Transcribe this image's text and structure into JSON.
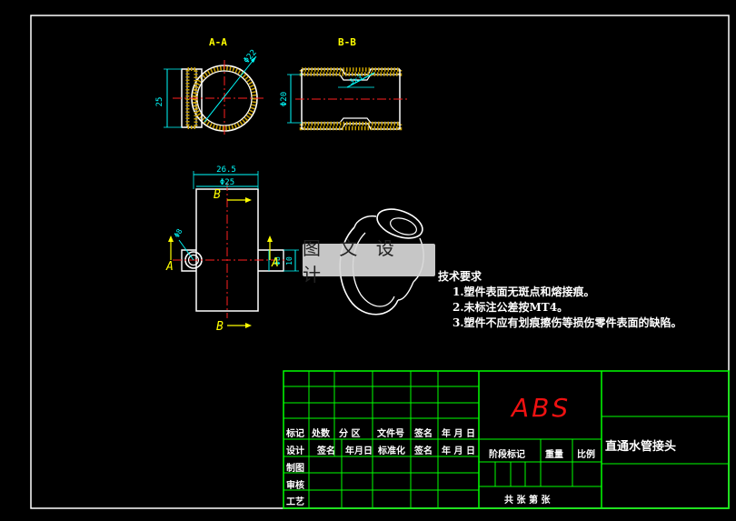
{
  "section_labels": {
    "a_a": "A-A",
    "b_b": "B-B"
  },
  "dimensions": {
    "phi22": "Φ22",
    "d25": "25",
    "phi20": "Φ20",
    "chamfer": "3x3",
    "d26_5": "26.5",
    "phi25": "Φ25",
    "d10": "10",
    "phi6": "Φ6",
    "phi8": "Φ8"
  },
  "view_markers": {
    "b_top": "B",
    "b_bottom": "B",
    "a_left": "A",
    "a_right": "A"
  },
  "watermark": "图 文 设 计",
  "technical_requirements": {
    "title": "技术要求",
    "items": [
      "1.塑件表面无斑点和熔接痕。",
      "2.未标注公差按MT4。",
      "3.塑件不应有划痕擦伤等损伤零件表面的缺陷。"
    ]
  },
  "title_block": {
    "material": "ABS",
    "part_name": "直通水管接头",
    "row_headers": [
      "标记",
      "处数",
      "分 区",
      "文件号",
      "签名",
      "年 月 日"
    ],
    "row_design": [
      "设计",
      "签名",
      "年月日",
      "标准化",
      "签名",
      "年 月 日"
    ],
    "left_labels": [
      "制图",
      "审核",
      "工艺"
    ],
    "stage_label": "阶段标记",
    "weight_label": "重量",
    "scale_label": "比例",
    "sheet_label": "共   张 第   张"
  },
  "colors": {
    "background": "#000000",
    "frame": "#ffffff",
    "outline": "#ffffff",
    "dimension": "#00ffff",
    "centerline": "#ff0000",
    "label": "#ffff00",
    "hatch": "#c8a000",
    "table_line": "#00ff00",
    "material_text": "#ee1111"
  }
}
